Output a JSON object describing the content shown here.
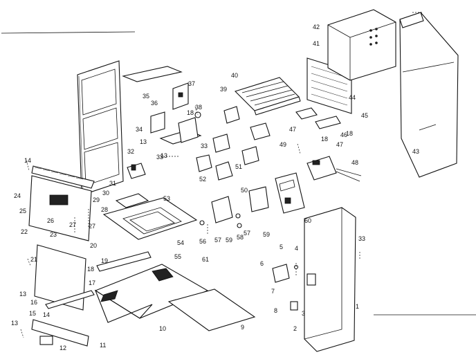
{
  "diagram": {
    "labels": [
      "1",
      "2",
      "3",
      "4",
      "5",
      "6",
      "7",
      "8",
      "9",
      "10",
      "11",
      "12",
      "13",
      "13",
      "13",
      "13",
      "14",
      "14",
      "15",
      "16",
      "17",
      "18",
      "18",
      "18",
      "18",
      "19",
      "20",
      "21",
      "22",
      "23",
      "24",
      "25",
      "26",
      "27",
      "27",
      "28",
      "29",
      "30",
      "31",
      "32",
      "33",
      "33",
      "33",
      "34",
      "35",
      "36",
      "37",
      "38",
      "39",
      "40",
      "41",
      "42",
      "43",
      "44",
      "45",
      "46",
      "47",
      "47",
      "48",
      "49",
      "50",
      "51",
      "52",
      "53",
      "54",
      "55",
      "56",
      "57",
      "57",
      "58",
      "59",
      "59",
      "60",
      "61"
    ]
  }
}
